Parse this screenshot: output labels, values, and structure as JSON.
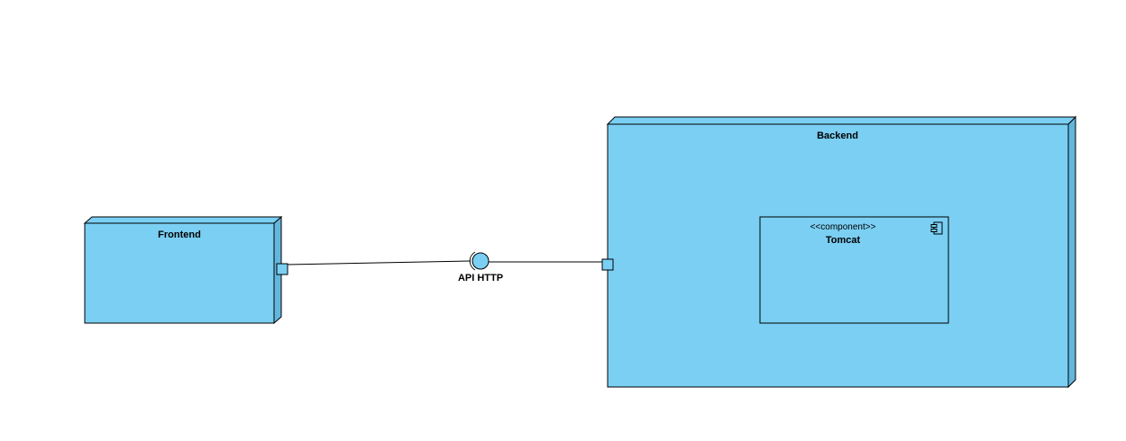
{
  "diagram": {
    "type": "UML deployment diagram",
    "colors": {
      "node_fill": "#7acff3",
      "node_side": "#63b6dd",
      "stroke": "#000000",
      "background": "#ffffff"
    },
    "nodes": {
      "frontend": {
        "label": "Frontend"
      },
      "backend": {
        "label": "Backend"
      }
    },
    "component": {
      "stereotype": "<<component>>",
      "name": "Tomcat",
      "icon": "component-icon"
    },
    "interface": {
      "label": "API HTTP",
      "icon": "lollipop-socket-icon"
    }
  }
}
